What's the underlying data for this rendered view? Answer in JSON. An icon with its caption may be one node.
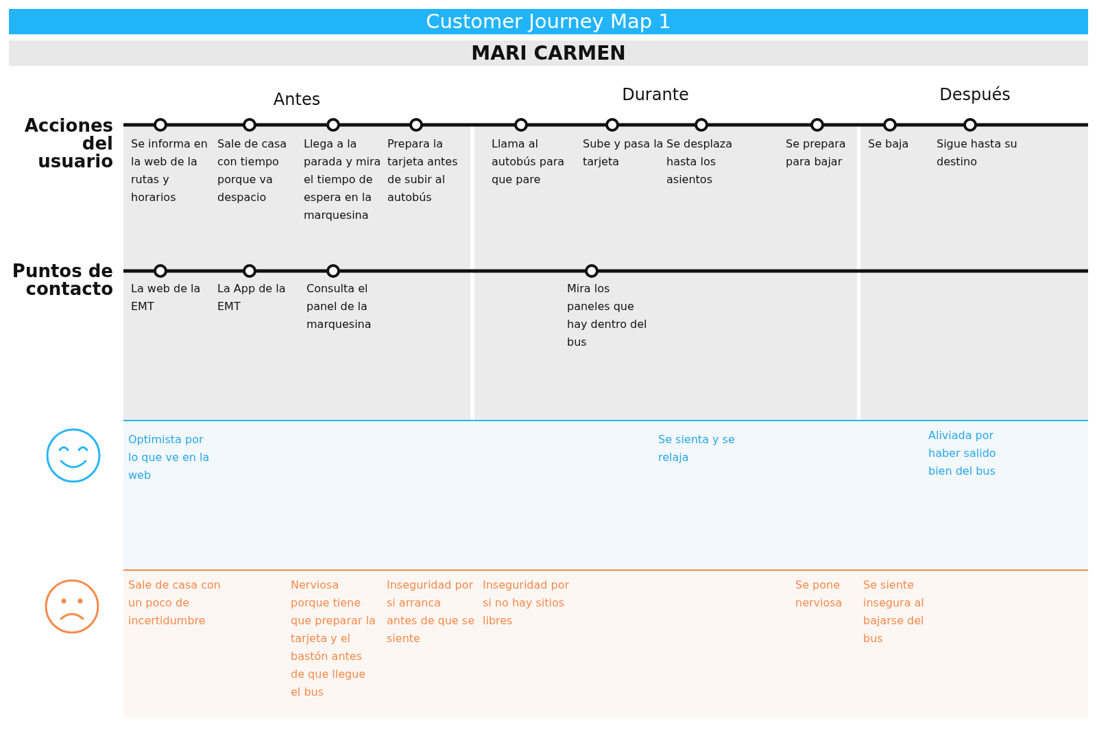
{
  "diagram": {
    "title": "Customer Journey Map 1",
    "labels": [
      "MARI CARMEN",
      "Antes",
      "Durante",
      "Después",
      "Acciones del usuario",
      "Se informa en la web de la rutas y horarios",
      "Sale de casa con tiempo porque va despacio",
      "Llega a la parada y mira el tiempo de espera en la marquesina",
      "Prepara la tarjeta antes de subir al autobús",
      "Llama al autobús para que pare",
      "Sube y pasa la tarjeta",
      "Se desplaza hasta los asientos",
      "Se prepara para bajar",
      "Se baja",
      "Sigue hasta su destino",
      "Puntos de contacto",
      "La web de la EMT",
      "La App de la EMT",
      "Consulta el panel de la marquesina",
      "Mira los paneles que hay dentro del bus",
      "Optimista por lo que ve en la web",
      "Se sienta y se relaja",
      "Aliviada por haber salido bien del bus",
      "Sale de casa con un poco de incertidumbre",
      "Nerviosa porque tiene que preparar la tarjeta y el bastón antes de que llegue el bus",
      "Inseguridad por si arranca antes de que se siente",
      "Inseguridad por si no hay sitios libres",
      "Se pone nerviosa",
      "Se siente insegura al bajarse del bus"
    ]
  }
}
